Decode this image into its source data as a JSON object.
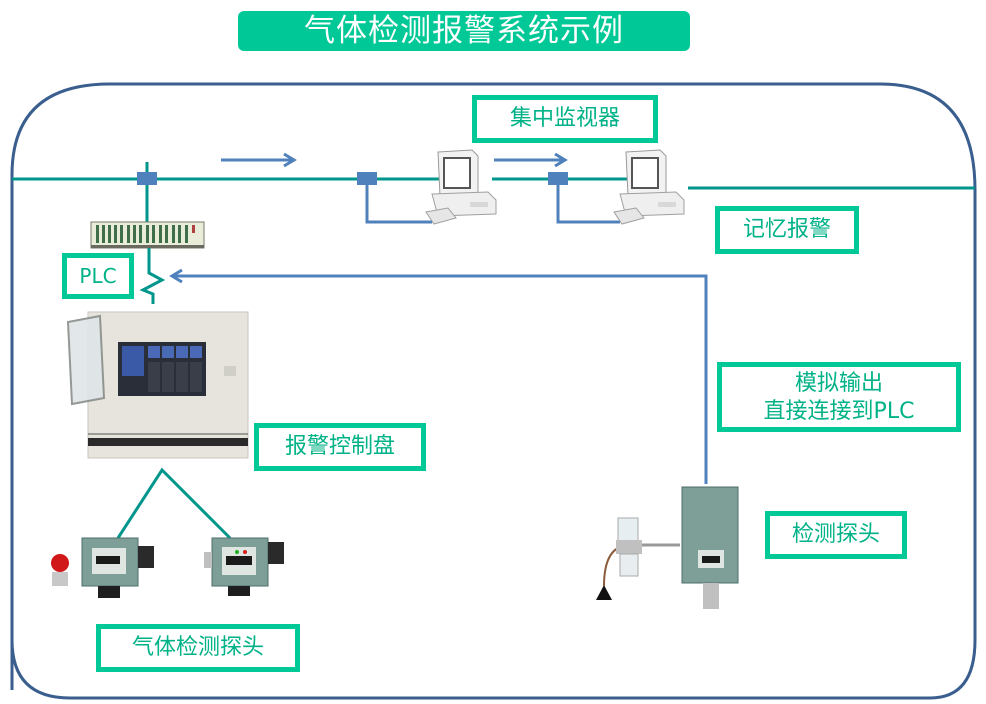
{
  "title": "气体检测报警系统示例",
  "labels": {
    "central_monitor": "集中监视器",
    "memory_alarm": "记忆报警",
    "plc": "PLC",
    "alarm_control_panel": "报警控制盘",
    "analog_output_line1": "模拟输出",
    "analog_output_line2": "直接连接到PLC",
    "detection_probe": "检测探头",
    "gas_detection_probe": "气体检测探头"
  },
  "devices": [
    {
      "id": "plc-module",
      "icon": "plc-module-icon"
    },
    {
      "id": "computer-1",
      "icon": "computer-icon"
    },
    {
      "id": "computer-2",
      "icon": "computer-icon"
    },
    {
      "id": "alarm-control-panel",
      "icon": "control-cabinet-icon"
    },
    {
      "id": "gas-probe-1",
      "icon": "gas-detector-icon"
    },
    {
      "id": "gas-probe-2",
      "icon": "gas-detector-icon"
    },
    {
      "id": "sampling-probe",
      "icon": "sampling-detector-icon"
    }
  ],
  "colors": {
    "accent": "#00c896",
    "label_text": "#00b287",
    "bus_line": "#00968c",
    "signal_line": "#4f81bd",
    "frame": "#3a5f8f"
  }
}
